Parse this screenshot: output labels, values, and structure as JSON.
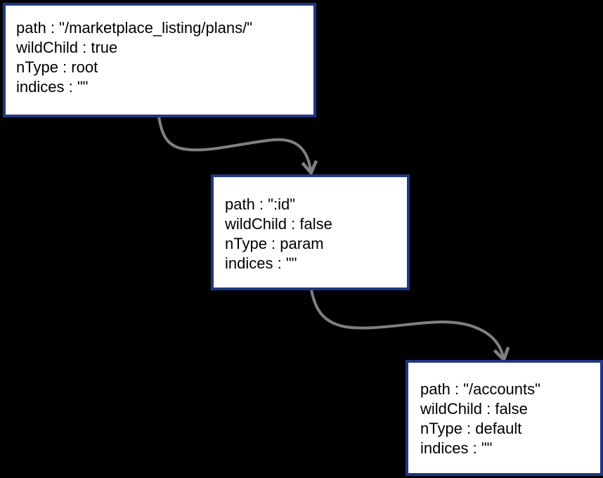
{
  "diagram": {
    "background_color": "#000000",
    "node_fill_color": "#ffffff",
    "node_border_color": "#223780",
    "text_color": "#000000",
    "arrow_color": "#808080",
    "nodes": [
      {
        "id": "root",
        "lines": [
          "path : \"/marketplace_listing/plans/\"",
          "wildChild : true",
          "nType : root",
          "indices : \"\""
        ]
      },
      {
        "id": "param",
        "lines": [
          "path : \":id\"",
          "wildChild : false",
          "nType : param",
          "indices : \"\""
        ]
      },
      {
        "id": "default",
        "lines": [
          "path : \"/accounts\"",
          "wildChild : false",
          "nType : default",
          "indices : \"\""
        ]
      }
    ],
    "edges": [
      {
        "from": "root",
        "to": "param"
      },
      {
        "from": "param",
        "to": "default"
      }
    ]
  }
}
